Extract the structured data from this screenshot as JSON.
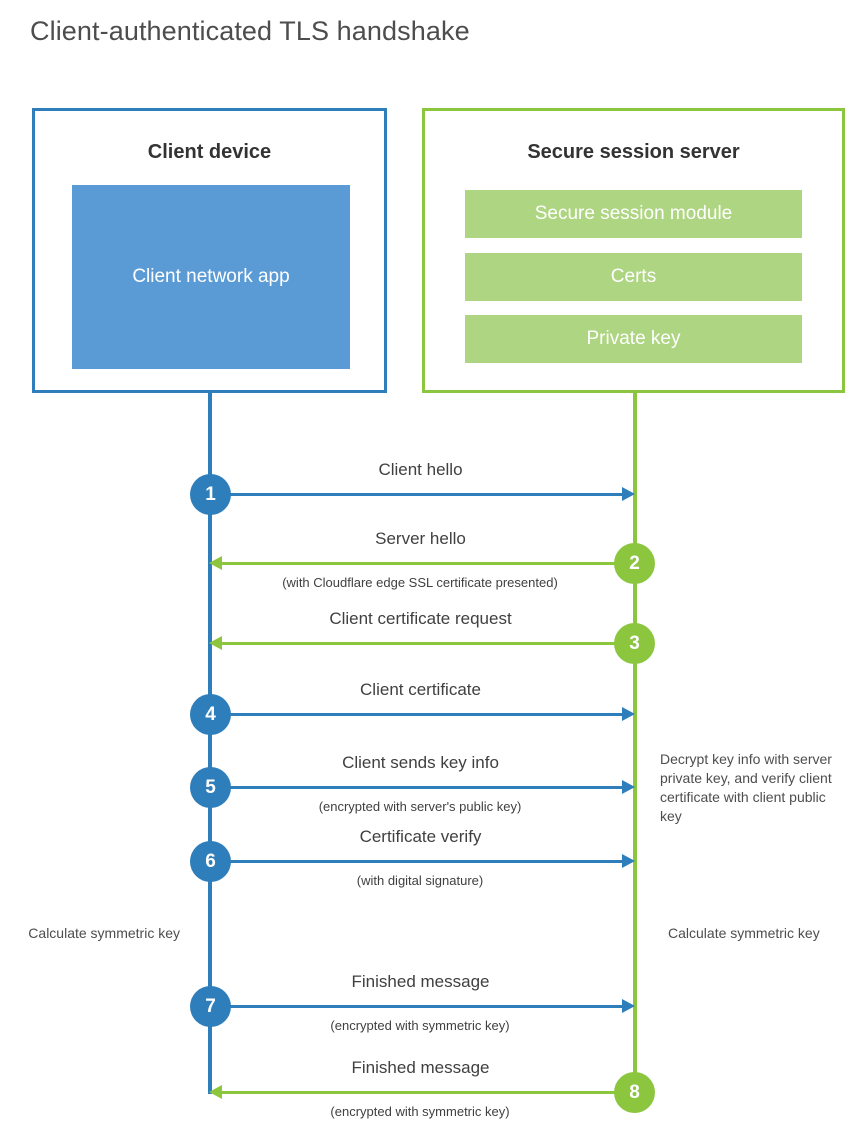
{
  "title": "Client-authenticated TLS handshake",
  "colors": {
    "client_blue": "#2e7ebb",
    "client_app_fill": "#5b9bd5",
    "server_green": "#8cc63f",
    "server_module_fill": "#aed581",
    "text": "#404040",
    "background": "#ffffff"
  },
  "client": {
    "title": "Client device",
    "app_label": "Client network app"
  },
  "server": {
    "title": "Secure session server",
    "modules": [
      {
        "label": "Secure session module"
      },
      {
        "label": "Certs"
      },
      {
        "label": "Private key"
      }
    ]
  },
  "annotations": {
    "server_decrypt_note": "Decrypt key info with server private key, and verify client certificate with client public key",
    "client_calculate_key": "Calculate symmetric key",
    "server_calculate_key": "Calculate symmetric key"
  },
  "steps": [
    {
      "number": "1",
      "label": "Client hello",
      "sublabel": "",
      "direction": "client-to-server",
      "color": "#2e7ebb"
    },
    {
      "number": "2",
      "label": "Server hello",
      "sublabel": "(with Cloudflare edge SSL certificate presented)",
      "direction": "server-to-client",
      "color": "#8cc63f"
    },
    {
      "number": "3",
      "label": "Client certificate request",
      "sublabel": "",
      "direction": "server-to-client",
      "color": "#8cc63f"
    },
    {
      "number": "4",
      "label": "Client certificate",
      "sublabel": "",
      "direction": "client-to-server",
      "color": "#2e7ebb"
    },
    {
      "number": "5",
      "label": "Client sends key info",
      "sublabel": "(encrypted with server's public key)",
      "direction": "client-to-server",
      "color": "#2e7ebb"
    },
    {
      "number": "6",
      "label": "Certificate verify",
      "sublabel": "(with digital signature)",
      "direction": "client-to-server",
      "color": "#2e7ebb"
    },
    {
      "number": "7",
      "label": "Finished message",
      "sublabel": "(encrypted with symmetric key)",
      "direction": "client-to-server",
      "color": "#2e7ebb"
    },
    {
      "number": "8",
      "label": "Finished message",
      "sublabel": "(encrypted with symmetric key)",
      "direction": "server-to-client",
      "color": "#8cc63f"
    }
  ]
}
